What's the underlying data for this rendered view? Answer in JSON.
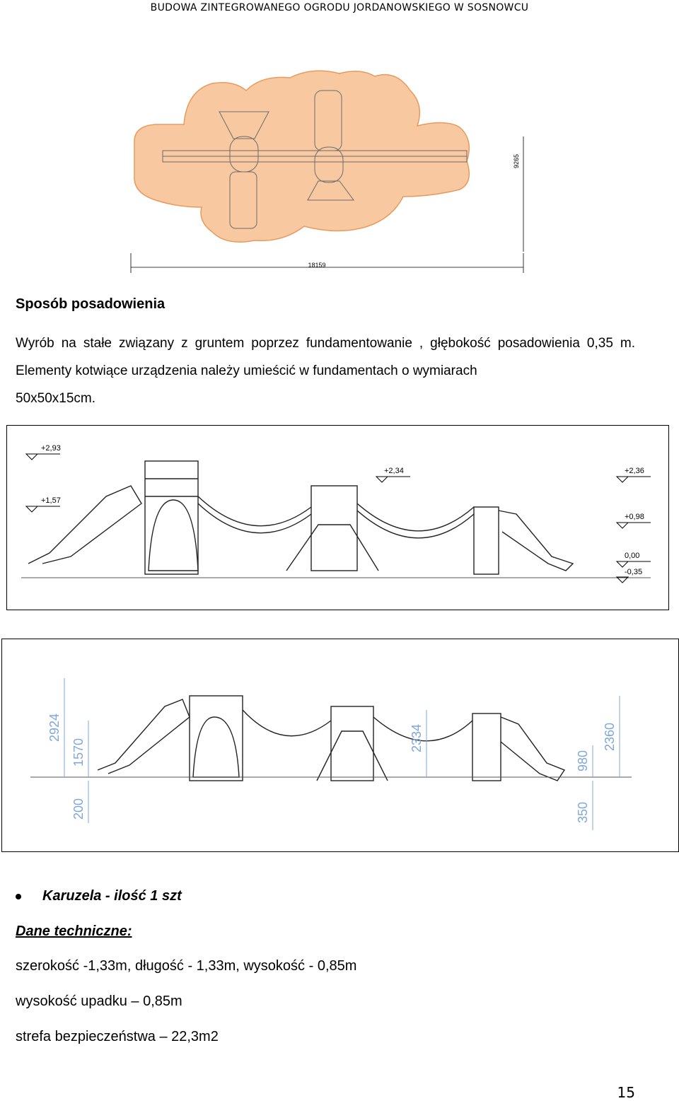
{
  "header": {
    "title": "BUDOWA ZINTEGROWANEGO OGRODU JORDANOWSKIEGO W SOSNOWCU"
  },
  "plan": {
    "width_dim": "18159",
    "height_dim": "9265"
  },
  "section": {
    "heading": "Sposób posadowienia",
    "paragraph": "Wyrób na stałe związany z gruntem poprzez fundamentowanie , głębokość posadowienia 0,35 m. Elementy kotwiące urządzenia należy umieścić w fundamentach o wymiarach",
    "paragraph_last": "50x50x15cm."
  },
  "elevation1": {
    "levels": [
      "+2,93",
      "+1,57",
      "+2,34",
      "+2,36",
      "+0,98",
      "0,00",
      "-0,35"
    ]
  },
  "elevation2": {
    "dims": [
      "2924",
      "1570",
      "200",
      "2334",
      "980",
      "350",
      "2360"
    ]
  },
  "product": {
    "bullet": "Karuzela - ilość 1 szt",
    "subheading": "Dane techniczne:",
    "line1": "szerokość -1,33m,  długość - 1,33m,  wysokość - 0,85m",
    "line2": "wysokość upadku – 0,85m",
    "line3": "strefa bezpieczeństwa – 22,3m2"
  },
  "footer": {
    "page_number": "15"
  },
  "colors": {
    "safety_zone_fill": "#f8c9a0",
    "safety_zone_stroke": "#e79a5e",
    "dimension_blue": "#7fa7d8"
  }
}
